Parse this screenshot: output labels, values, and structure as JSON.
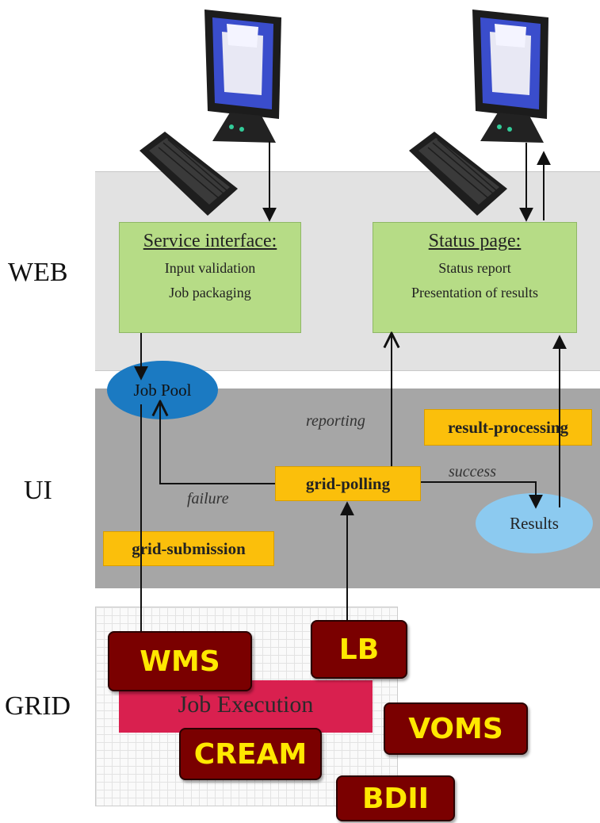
{
  "layers": {
    "web": "WEB",
    "ui": "UI",
    "grid": "GRID"
  },
  "web_boxes": {
    "service_interface": {
      "title": "Service interface:",
      "line1": "Input validation",
      "line2": "Job packaging"
    },
    "status_page": {
      "title": "Status page:",
      "line1": "Status report",
      "line2": "Presentation of results"
    }
  },
  "ui_elements": {
    "job_pool": "Job Pool",
    "results": "Results",
    "grid_polling": "grid-polling",
    "grid_submission": "grid-submission",
    "result_processing": "result-processing",
    "reporting_label": "reporting",
    "failure_label": "failure",
    "success_label": "success"
  },
  "grid_elements": {
    "job_execution": "Job Execution",
    "services": {
      "wms": "WMS",
      "lb": "LB",
      "voms": "VOMS",
      "cream": "CREAM",
      "bdii": "BDII"
    }
  },
  "colors": {
    "web_band": "#e2e2e2",
    "ui_band": "#a6a6a6",
    "green_box": "#b6dc86",
    "orange_box": "#fbbf0b",
    "job_pool": "#1b7ac2",
    "results": "#8ccaf0",
    "job_execution": "#d9204f",
    "service_box": "#7a0000",
    "service_text": "#ffe800"
  },
  "icons": [
    "computer-workstation-icon",
    "computer-workstation-icon"
  ]
}
